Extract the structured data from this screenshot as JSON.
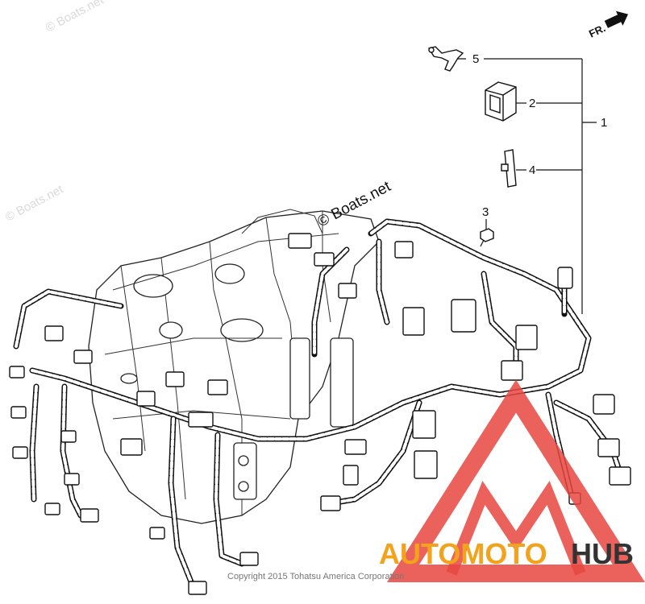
{
  "callouts": {
    "c1": "1",
    "c2": "2",
    "c3": "3",
    "c4": "4",
    "c5": "5"
  },
  "watermarks": {
    "main": "© Boats.net",
    "faded_left": "© Boats.net",
    "faded_top": "© Boats.net"
  },
  "direction": {
    "label": "FR."
  },
  "copyright": "Copyright 2015 Tohatsu America Corporation",
  "brand": {
    "part1": "AUTOMOTO",
    "part2": "HUB"
  },
  "colors": {
    "brand_accent": "#f3a21b",
    "brand_dark": "#333333",
    "triangle": "#e8473f"
  }
}
